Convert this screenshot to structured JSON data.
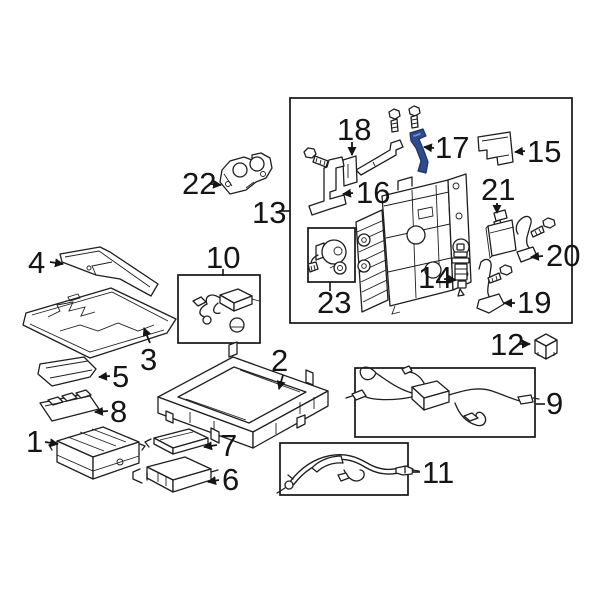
{
  "diagram": {
    "type": "exploded-parts-diagram",
    "background_color": "#ffffff",
    "line_color": "#1f1f1f",
    "highlight_color": "#2e4b8e",
    "selected_callout": "17",
    "callouts": [
      {
        "number": "1"
      },
      {
        "number": "2"
      },
      {
        "number": "3"
      },
      {
        "number": "4"
      },
      {
        "number": "5"
      },
      {
        "number": "6"
      },
      {
        "number": "7"
      },
      {
        "number": "8"
      },
      {
        "number": "9",
        "boxed": true
      },
      {
        "number": "10",
        "boxed": true
      },
      {
        "number": "11",
        "boxed": true
      },
      {
        "number": "12"
      },
      {
        "number": "13",
        "boxed": true
      },
      {
        "number": "14"
      },
      {
        "number": "15"
      },
      {
        "number": "16"
      },
      {
        "number": "17",
        "highlighted": true
      },
      {
        "number": "18"
      },
      {
        "number": "19"
      },
      {
        "number": "20"
      },
      {
        "number": "21"
      },
      {
        "number": "22"
      },
      {
        "number": "23",
        "boxed": true
      }
    ]
  }
}
